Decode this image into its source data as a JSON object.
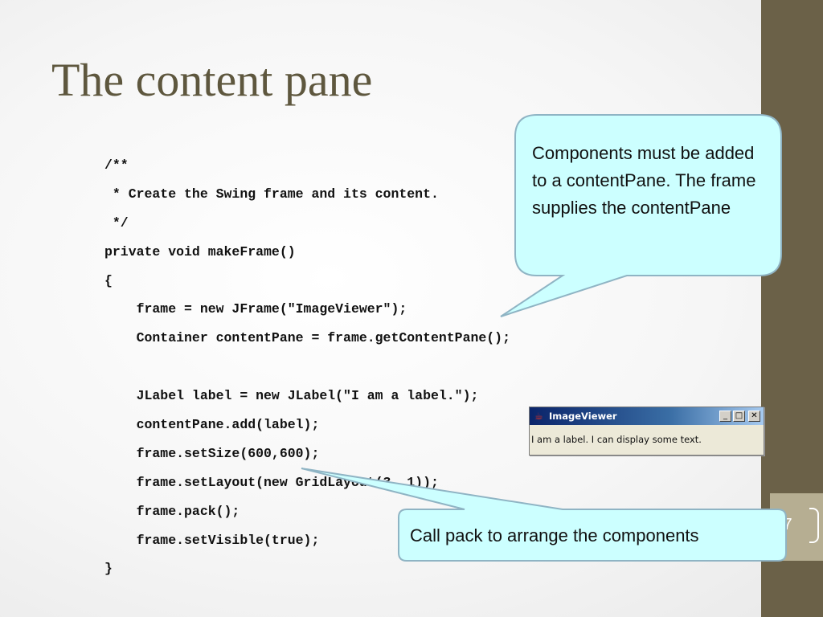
{
  "slide": {
    "title": "The content pane",
    "slide_number": "7",
    "colors": {
      "sidebar": "#6b6148",
      "sidebar_light": "#b6ae92",
      "title": "#5e573e",
      "callout_fill": "#ccffff",
      "callout_border": "#8fb4c4"
    }
  },
  "code_lines": [
    "/**",
    " * Create the Swing frame and its content.",
    " */",
    "private void makeFrame()",
    "{",
    "    frame = new JFrame(\"ImageViewer\");",
    "    Container contentPane = frame.getContentPane();",
    "",
    "    JLabel label = new JLabel(\"I am a label.\");",
    "    contentPane.add(label);",
    "    frame.setSize(600,600);",
    "    frame.setLayout(new GridLayout(3, 1));",
    "    frame.pack();",
    "    frame.setVisible(true);",
    "}"
  ],
  "callouts": {
    "content_pane": "Components must be added to a contentPane. The frame supplies the contentPane",
    "pack": "Call pack to arrange the components"
  },
  "window": {
    "title": "ImageViewer",
    "label_text": "I am a label. I can display some text.",
    "app_icon": "java-cup-icon",
    "controls": [
      "minimize-icon",
      "maximize-icon",
      "close-icon"
    ]
  }
}
